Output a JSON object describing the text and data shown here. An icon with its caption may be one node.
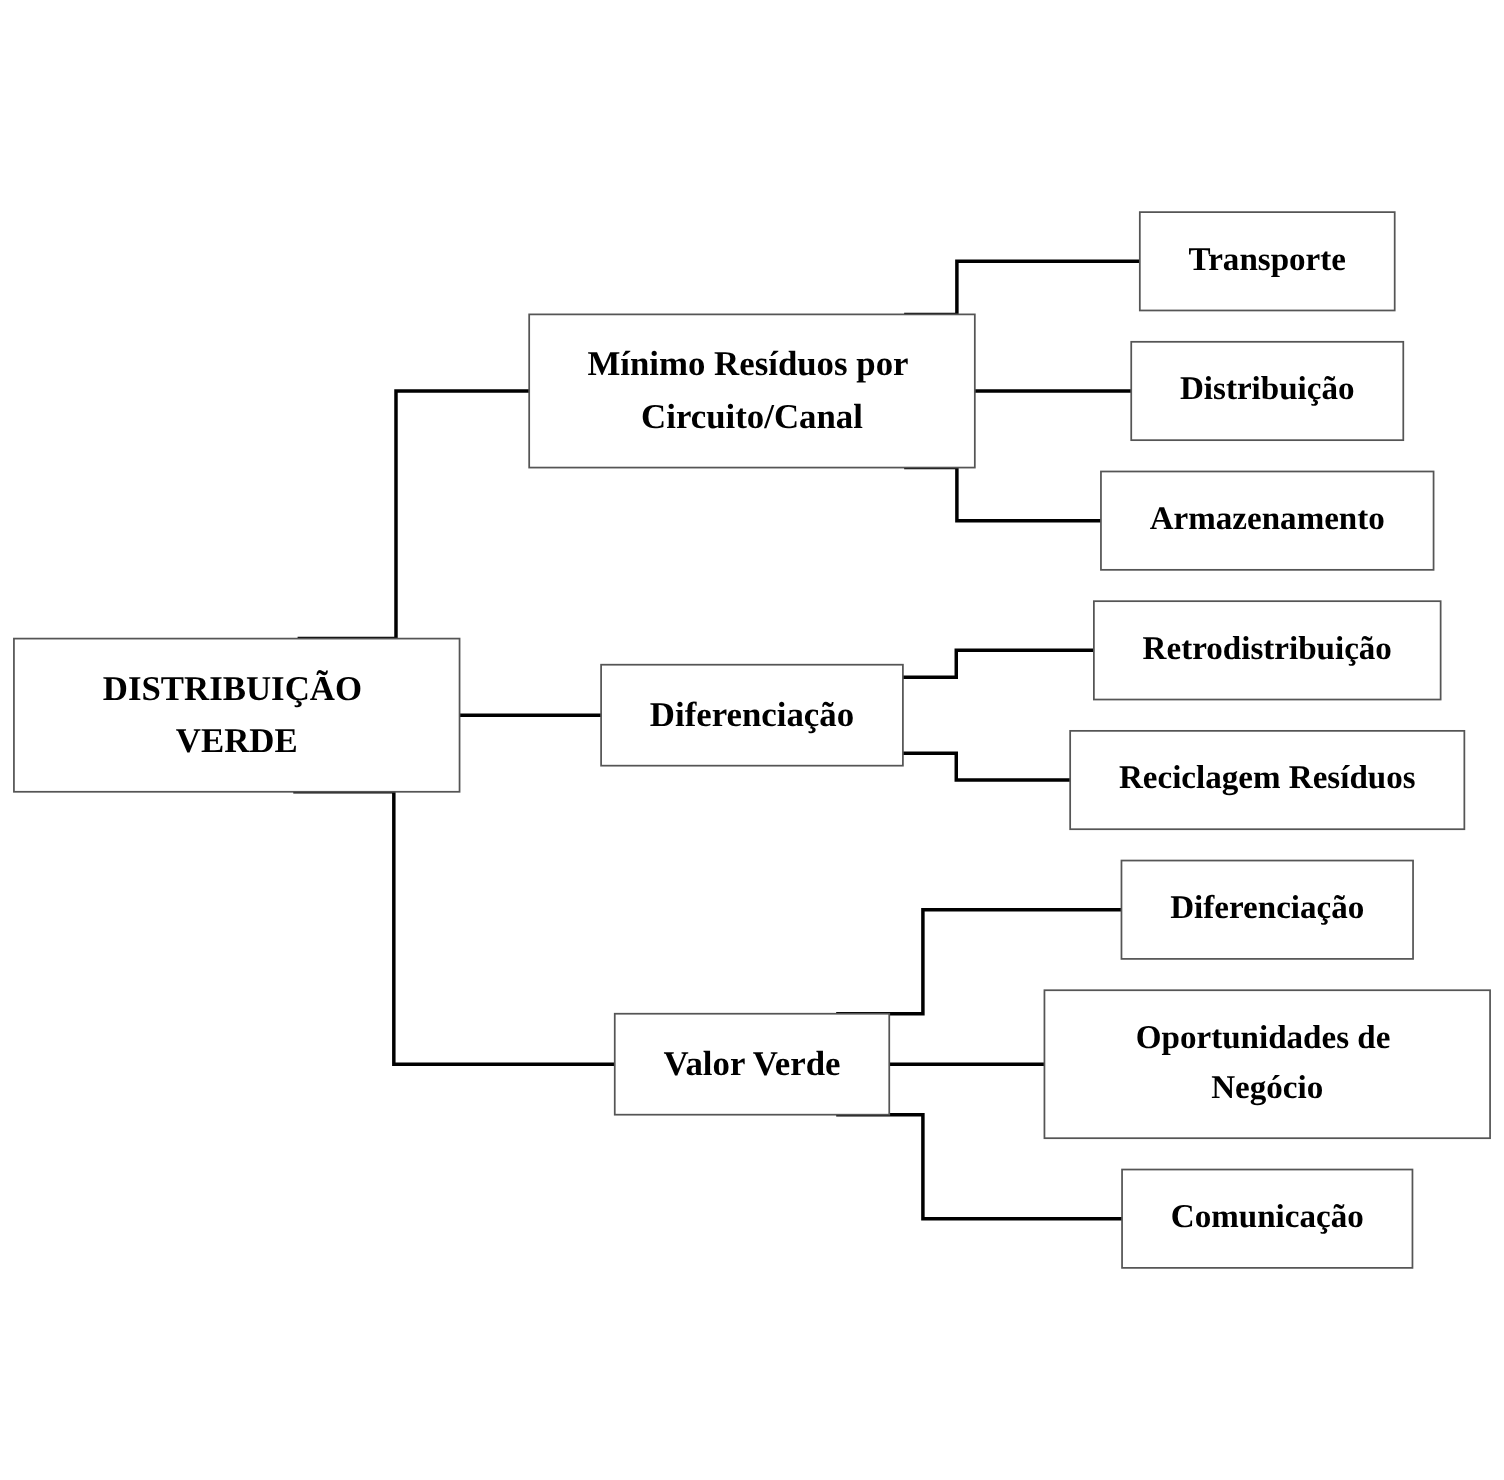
{
  "diagram": {
    "nodes": [
      {
        "text": [
          "DISTRIBUIÇÃO VERDE"
        ]
      },
      {
        "text": [
          "Mínimo Resíduos por Circuito/Canal"
        ]
      },
      {
        "text": [
          "Transporte"
        ]
      },
      {
        "text": [
          "Distribuição"
        ]
      },
      {
        "text": [
          "Armazenamento"
        ]
      },
      {
        "text": [
          "Diferenciação"
        ]
      },
      {
        "text": [
          "Retrodistribuição"
        ]
      },
      {
        "text": [
          "Reciclagem Resíduos"
        ]
      },
      {
        "text": [
          "Valor Verde"
        ]
      },
      {
        "text": [
          "Diferenciação"
        ]
      },
      {
        "text": [
          "Oportunidades de Negócio"
        ]
      },
      {
        "text": [
          "Comunicação"
        ]
      }
    ],
    "edges": [
      {
        "from": 0,
        "to": 1,
        "arrow": "none"
      },
      {
        "from": 0,
        "to": 5,
        "arrow": "none"
      },
      {
        "from": 0,
        "to": 8,
        "arrow": "none"
      },
      {
        "from": 1,
        "to": 2,
        "arrow": "none"
      },
      {
        "from": 1,
        "to": 3,
        "arrow": "none"
      },
      {
        "from": 1,
        "to": 4,
        "arrow": "none"
      },
      {
        "from": 5,
        "to": 6,
        "arrow": "none"
      },
      {
        "from": 5,
        "to": 7,
        "arrow": "none"
      },
      {
        "from": 8,
        "to": 9,
        "arrow": "none"
      },
      {
        "from": 8,
        "to": 10,
        "arrow": "none"
      },
      {
        "from": 8,
        "to": 11,
        "arrow": "none"
      }
    ]
  }
}
